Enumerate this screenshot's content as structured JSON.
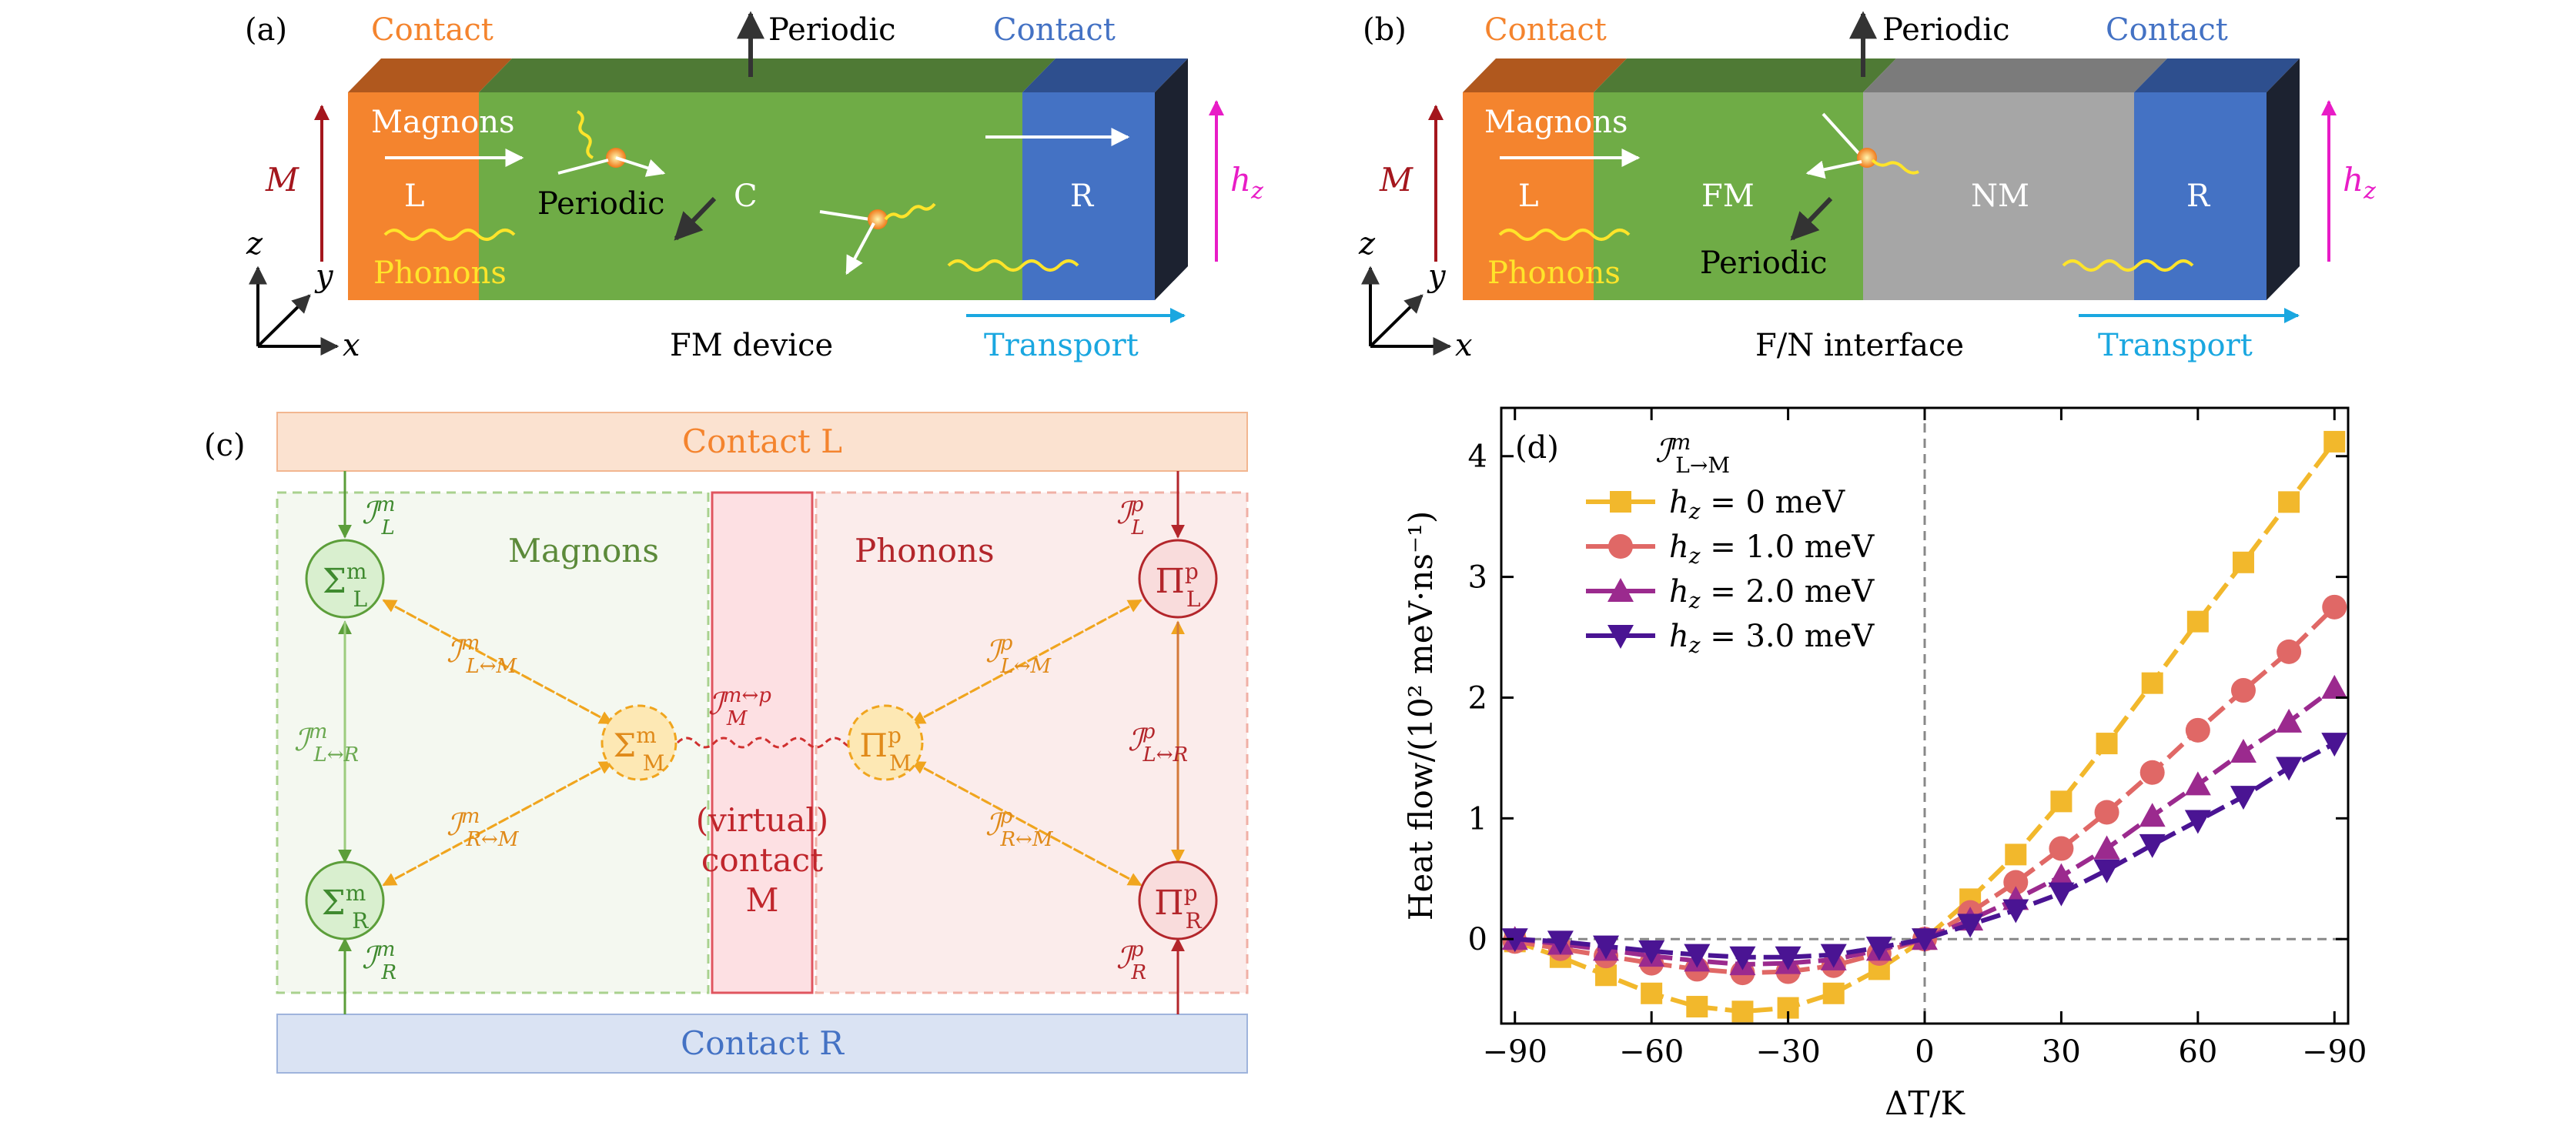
{
  "panel_a": {
    "label": "(a)",
    "contact_left": "Contact",
    "contact_right": "Contact",
    "periodic_top": "Periodic",
    "magnons": "Magnons",
    "phonons": "Phonons",
    "region_l": "L",
    "region_c": "C",
    "region_r": "R",
    "periodic_inner": "Periodic",
    "M_label": "M",
    "h_label": "h",
    "h_sub": "z",
    "axis_x": "x",
    "axis_y": "y",
    "axis_z": "z",
    "caption": "FM device",
    "transport": "Transport"
  },
  "panel_b": {
    "label": "(b)",
    "contact_left": "Contact",
    "contact_right": "Contact",
    "periodic_top": "Periodic",
    "magnons": "Magnons",
    "phonons": "Phonons",
    "region_l": "L",
    "region_fm": "FM",
    "region_nm": "NM",
    "region_r": "R",
    "periodic_inner": "Periodic",
    "M_label": "M",
    "h_label": "h",
    "h_sub": "z",
    "axis_x": "x",
    "axis_y": "y",
    "axis_z": "z",
    "caption": "F/N interface",
    "transport": "Transport"
  },
  "panel_c": {
    "label": "(c)",
    "contact_l": "Contact L",
    "contact_r": "Contact R",
    "magnons": "Magnons",
    "phonons": "Phonons",
    "virtual_line1": "(virtual)",
    "virtual_line2": "contact",
    "virtual_line3": "M",
    "sigma": "Σ",
    "pi": "Π",
    "script_I": "ℐ",
    "sup_m": "m",
    "sup_p": "p",
    "sup_mp": "m↔p",
    "sub_L": "L",
    "sub_R": "R",
    "sub_M": "M",
    "sub_LM": "L↔M",
    "sub_RM": "R↔M",
    "sub_LR": "L↔R"
  },
  "chart_data": {
    "type": "line",
    "panel_label": "(d)",
    "title_main": "ℐ",
    "title_sup": "m",
    "title_sub": "L→M",
    "ylabel": "Heat flow/(10² meV·ns⁻¹)",
    "xlabel": "ΔT/K",
    "x": [
      -90,
      -80,
      -70,
      -60,
      -50,
      -40,
      -30,
      -20,
      -10,
      0,
      10,
      20,
      30,
      40,
      50,
      60,
      70,
      80,
      90
    ],
    "xticks": [
      -90,
      -60,
      -30,
      0,
      30,
      60,
      90
    ],
    "xtick_labels": [
      "−90",
      "−60",
      "−30",
      "0",
      "30",
      "60",
      "−90"
    ],
    "yticks": [
      0,
      1,
      2,
      3,
      4
    ],
    "ytick_labels": [
      "0",
      "1",
      "2",
      "3",
      "4"
    ],
    "xlim": [
      -93,
      93
    ],
    "ylim": [
      -0.7,
      4.4
    ],
    "series": [
      {
        "name": "h_z = 0 meV",
        "color": "#f2b82c",
        "marker": "square",
        "values": [
          -0.02,
          -0.15,
          -0.3,
          -0.45,
          -0.56,
          -0.6,
          -0.57,
          -0.45,
          -0.25,
          0,
          0.33,
          0.7,
          1.14,
          1.62,
          2.12,
          2.63,
          3.12,
          3.62,
          4.12
        ]
      },
      {
        "name": "h_z = 1.0 meV",
        "color": "#e06866",
        "marker": "circle",
        "values": [
          -0.02,
          -0.08,
          -0.14,
          -0.2,
          -0.25,
          -0.28,
          -0.27,
          -0.22,
          -0.12,
          0,
          0.22,
          0.47,
          0.75,
          1.05,
          1.38,
          1.73,
          2.06,
          2.38,
          2.75
        ]
      },
      {
        "name": "h_z = 2.0 meV",
        "color": "#9b2a8e",
        "marker": "triangle-up",
        "values": [
          0,
          -0.04,
          -0.09,
          -0.14,
          -0.18,
          -0.21,
          -0.2,
          -0.17,
          -0.09,
          0,
          0.16,
          0.33,
          0.52,
          0.75,
          1.02,
          1.28,
          1.55,
          1.8,
          2.08
        ]
      },
      {
        "name": "h_z = 3.0 meV",
        "color": "#4a1493",
        "marker": "triangle-down",
        "values": [
          0,
          -0.02,
          -0.06,
          -0.1,
          -0.13,
          -0.15,
          -0.15,
          -0.13,
          -0.07,
          0,
          0.12,
          0.24,
          0.38,
          0.57,
          0.78,
          0.98,
          1.18,
          1.42,
          1.62
        ]
      }
    ],
    "legend_names": [
      {
        "h": "h",
        "sub": "z",
        "rest": " = 0 meV"
      },
      {
        "h": "h",
        "sub": "z",
        "rest": " = 1.0 meV"
      },
      {
        "h": "h",
        "sub": "z",
        "rest": " = 2.0 meV"
      },
      {
        "h": "h",
        "sub": "z",
        "rest": " = 3.0 meV"
      }
    ],
    "legend_position": "top-left",
    "grid": false
  },
  "colors": {
    "contact_orange": "#f4842e",
    "green": "#6fac46",
    "green_top": "#4f7a35",
    "blue": "#4472c4",
    "gray": "#a6a6a6",
    "dark_side": "#1c2230",
    "transport": "#1aa7e0",
    "magnon_green": "#3f9a3a",
    "phonon_red": "#c0262c",
    "orange_dashed": "#f0a51e"
  }
}
